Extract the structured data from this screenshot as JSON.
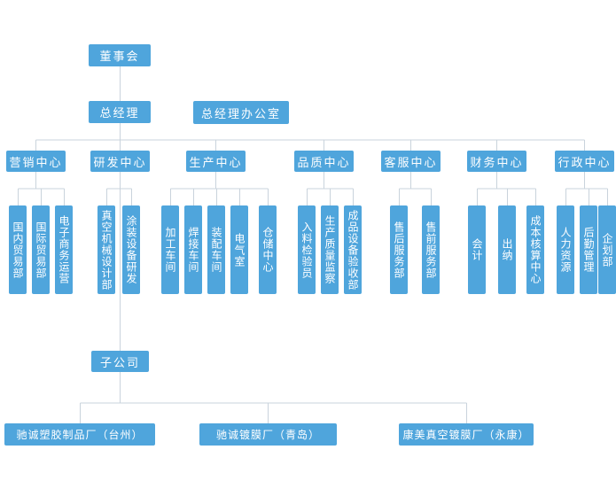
{
  "colors": {
    "box": "#4fa5dc",
    "line": "#c9d3dc",
    "text": "#ffffff",
    "background": "#ffffff"
  },
  "chart": {
    "board": "董事会",
    "gm": "总经理",
    "gm_office": "总经理办公室",
    "centers": [
      {
        "label": "营销中心",
        "children": [
          "国内贸易部",
          "国际贸易部",
          "电子商务运营"
        ]
      },
      {
        "label": "研发中心",
        "children": [
          "真空机械设计部",
          "涂装设备研发"
        ]
      },
      {
        "label": "生产中心",
        "children": [
          "加工车间",
          "焊接车间",
          "装配车间",
          "电气室",
          "仓储中心"
        ]
      },
      {
        "label": "品质中心",
        "children": [
          "入料检验员",
          "生产质量监察",
          "成品设备验收部"
        ]
      },
      {
        "label": "客服中心",
        "children": [
          "售后服务部",
          "售前服务部"
        ]
      },
      {
        "label": "财务中心",
        "children": [
          "会计",
          "出纳",
          "成本核算中心"
        ]
      },
      {
        "label": "行政中心",
        "children": [
          "人力资源",
          "后勤管理",
          "企划部"
        ]
      }
    ],
    "subsidiary": "子公司",
    "factories": [
      "驰诚塑胶制品厂（台州）",
      "驰诚镀膜厂（青岛）",
      "康美真空镀膜厂（永康）"
    ]
  }
}
